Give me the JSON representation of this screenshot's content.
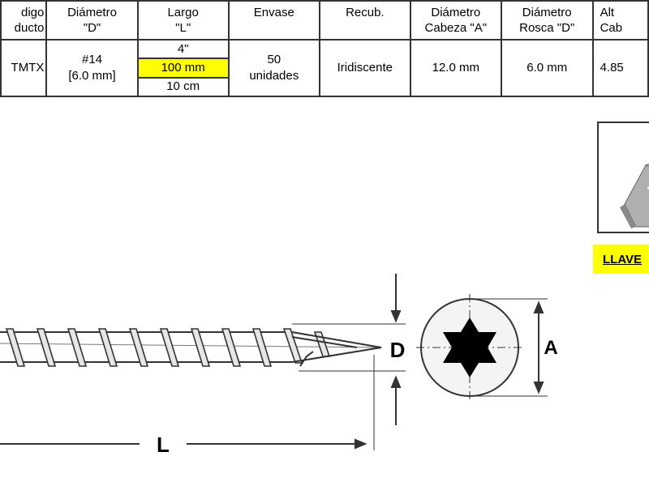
{
  "table": {
    "headers": {
      "codigo": [
        "digo",
        "ducto"
      ],
      "diametro_d": [
        "Diámetro",
        "\"D\""
      ],
      "largo": [
        "Largo",
        "\"L\""
      ],
      "envase": [
        "Envase"
      ],
      "recub": [
        "Recub."
      ],
      "diametro_cabeza": [
        "Diámetro",
        "Cabeza \"A\""
      ],
      "diametro_rosca": [
        "Diámetro",
        "Rosca \"D\""
      ],
      "altura": [
        "Alt",
        "Cab"
      ]
    },
    "row": {
      "codigo": "TMTX",
      "diametro": [
        "#14",
        "[6.0 mm]"
      ],
      "largo": [
        "4\"",
        "100 mm",
        "10 cm"
      ],
      "envase": [
        "50",
        "unidades"
      ],
      "recub": "Iridiscente",
      "diametro_cabeza": "12.0 mm",
      "diametro_rosca": "6.0 mm",
      "altura": "4.85"
    }
  },
  "diagram": {
    "label_d": "D",
    "label_a": "A",
    "label_l": "L"
  },
  "llave_label": "LLAVE",
  "colors": {
    "highlight": "#ffff00",
    "line": "#333333"
  }
}
